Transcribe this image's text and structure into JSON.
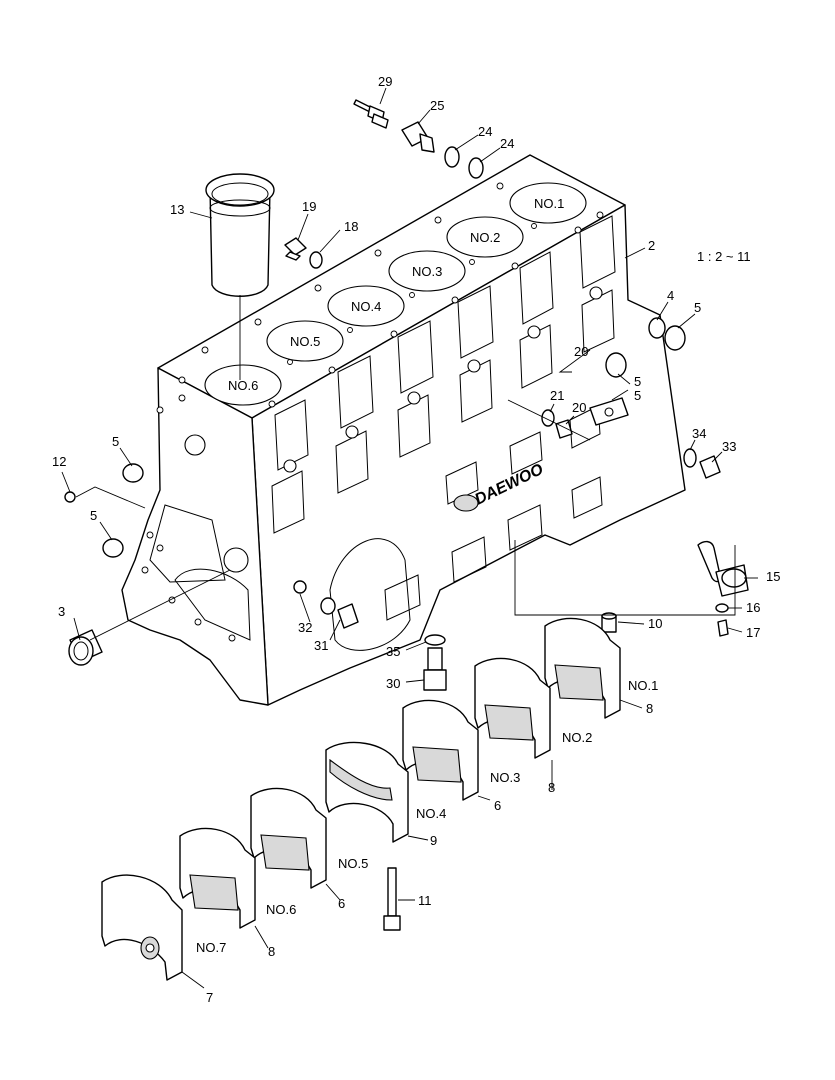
{
  "scale_note": "1 : 2 ~ 11",
  "brand": "DAEWOO",
  "cylinders": [
    "NO.1",
    "NO.2",
    "NO.3",
    "NO.4",
    "NO.5",
    "NO.6"
  ],
  "callouts": {
    "c29": "29",
    "c25": "25",
    "c24a": "24",
    "c24b": "24",
    "c13": "13",
    "c19": "19",
    "c18": "18",
    "c2": "2",
    "c4": "4",
    "c5a": "5",
    "c5b": "5",
    "c5c": "5",
    "c5d": "5",
    "c12": "12",
    "c21": "21",
    "c20": "20",
    "c5e": "5",
    "c34": "34",
    "c33": "33",
    "c3": "3",
    "c15": "15",
    "c16": "16",
    "c17": "17",
    "c10": "10",
    "c32": "32",
    "c31": "31",
    "c35": "35",
    "c30": "30",
    "c8a": "8",
    "c8b": "8",
    "c6a": "6",
    "c9": "9",
    "c6b": "6",
    "c11": "11",
    "c8c": "8",
    "c7": "7"
  },
  "bearing_caps": [
    "NO.1",
    "NO.2",
    "NO.3",
    "NO.4",
    "NO.5",
    "NO.6",
    "NO.7"
  ]
}
